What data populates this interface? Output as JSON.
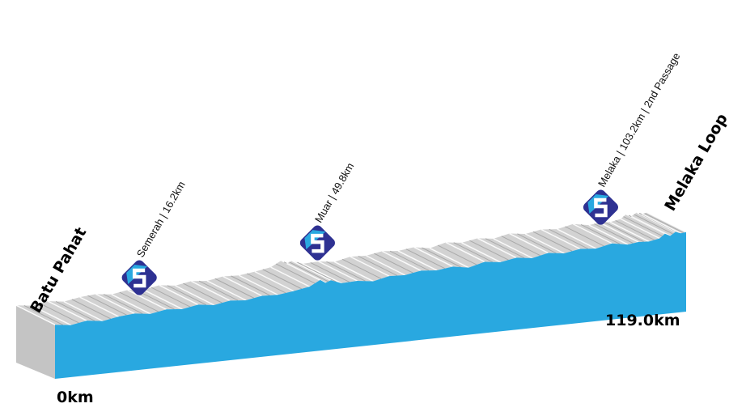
{
  "chart_data": {
    "type": "area",
    "title": "",
    "xlabel": "km",
    "ylabel": "",
    "xlim": [
      0,
      119.0
    ],
    "start_label": "0km",
    "end_label": "119.0km",
    "start_town": "Batu Pahat",
    "finish_town": "Melaka Loop",
    "elevation": {
      "km": [
        0,
        3,
        6,
        9,
        12,
        15,
        18,
        21,
        24,
        27,
        30,
        33,
        36,
        39,
        42,
        45,
        48,
        50,
        51,
        52,
        54,
        57,
        60,
        63,
        66,
        69,
        72,
        75,
        78,
        81,
        84,
        87,
        90,
        93,
        96,
        99,
        102,
        105,
        108,
        110,
        112,
        114,
        115,
        116,
        117,
        118,
        119
      ],
      "m": [
        8,
        5,
        9,
        6,
        10,
        12,
        9,
        13,
        11,
        15,
        12,
        16,
        14,
        18,
        17,
        20,
        24,
        32,
        27,
        30,
        24,
        25,
        22,
        27,
        26,
        30,
        28,
        31,
        27,
        33,
        30,
        34,
        31,
        36,
        33,
        37,
        35,
        40,
        36,
        38,
        37,
        40,
        46,
        42,
        47,
        44,
        45
      ]
    },
    "sprints": [
      {
        "km": 16.2,
        "label": "Semerah | 16.2km"
      },
      {
        "km": 49.8,
        "label": "Muar | 49.8km"
      },
      {
        "km": 103.2,
        "label": "Melaka | 103.2km | 2nd Passage"
      }
    ],
    "colors": {
      "profile": "#29a8e0",
      "side": "#c8c8c8",
      "sprint_dark": "#2e3192",
      "sprint_light": "#29a8e0"
    }
  }
}
